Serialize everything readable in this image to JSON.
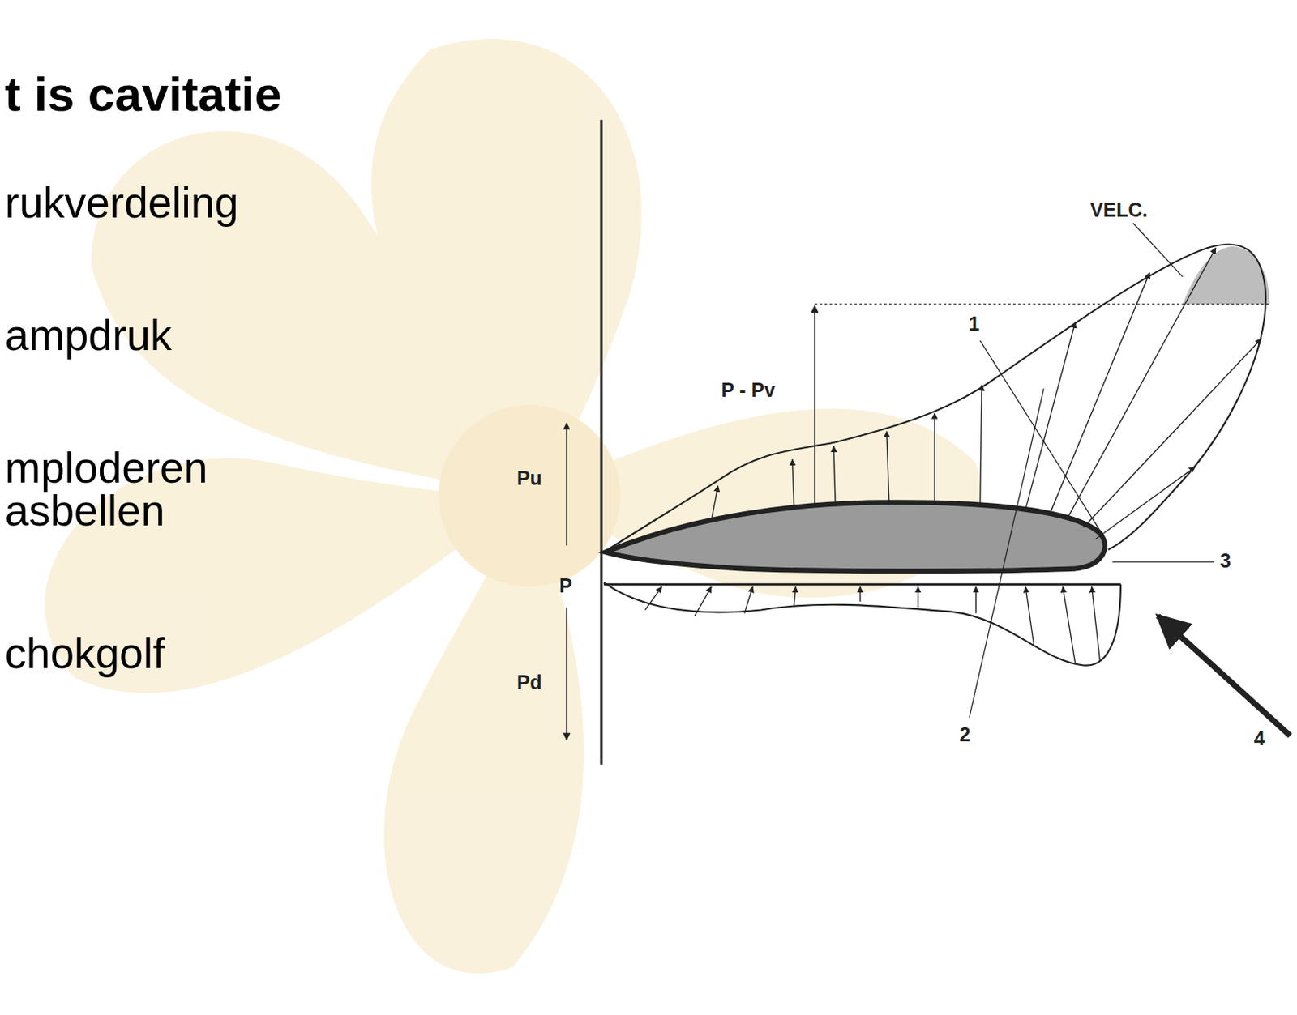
{
  "diagram": {
    "title": "t is cavitatie",
    "labels": [
      "rukverdeling",
      "ampdruk",
      "mploderen asbellen",
      "chokgolf",
      "VELC.",
      "1",
      "P - Pv",
      "Pu",
      "P",
      "3",
      "Pd",
      "2",
      "4"
    ]
  }
}
